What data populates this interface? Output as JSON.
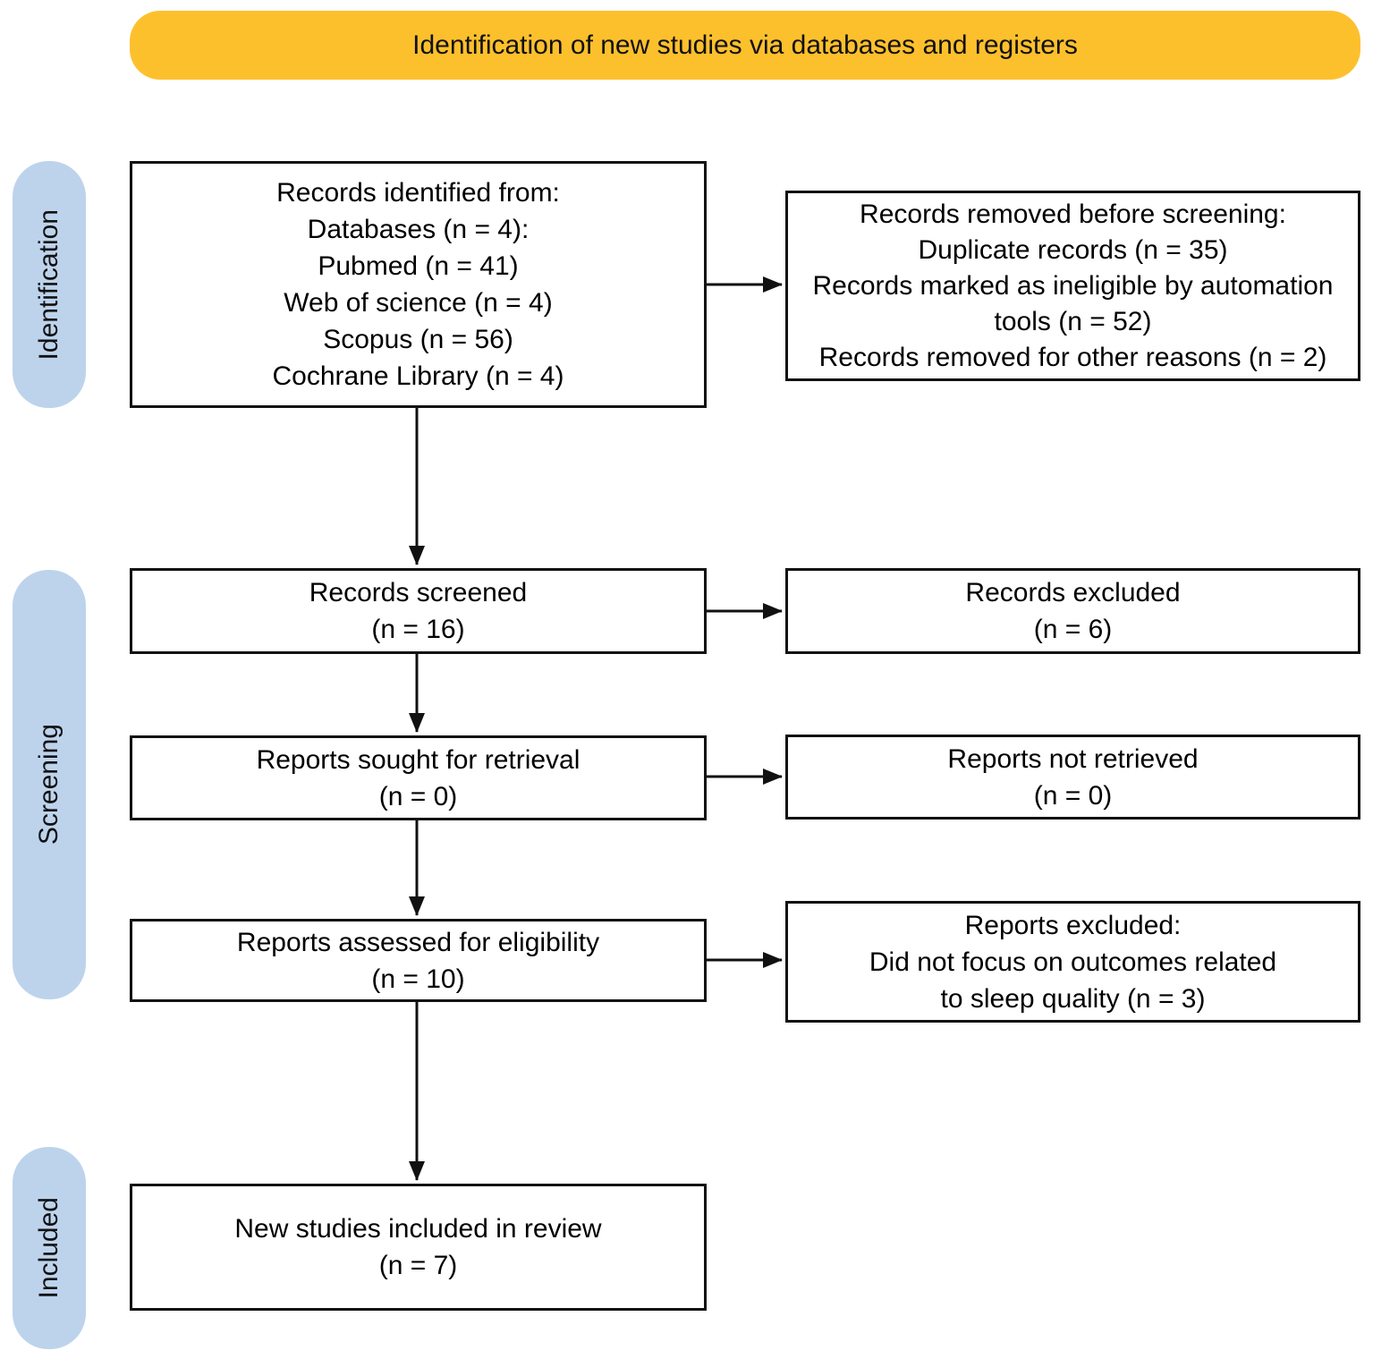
{
  "banner": {
    "title": "Identification of new studies via databases and registers"
  },
  "sidebar": {
    "labels": [
      {
        "id": "identification",
        "text": "Identification"
      },
      {
        "id": "screening",
        "text": "Screening"
      },
      {
        "id": "included",
        "text": "Included"
      }
    ]
  },
  "boxes": {
    "records_identified": {
      "lines": [
        "Records identified from:",
        "Databases (n = 4):",
        "Pubmed (n = 41)",
        "Web of science (n = 4)",
        "Scopus (n = 56)",
        "Cochrane Library (n = 4)"
      ]
    },
    "records_removed": {
      "lines": [
        "Records removed before screening:",
        "Duplicate records (n = 35)",
        "Records marked as ineligible by automation tools (n = 52)",
        "Records removed for other reasons (n = 2)"
      ]
    },
    "records_screened": {
      "lines": [
        "Records screened",
        "(n = 16)"
      ]
    },
    "records_excluded": {
      "lines": [
        "Records excluded",
        "(n = 6)"
      ]
    },
    "reports_sought": {
      "lines": [
        "Reports sought for retrieval",
        "(n = 0)"
      ]
    },
    "reports_not_retrieved": {
      "lines": [
        "Reports not retrieved",
        "(n = 0)"
      ]
    },
    "reports_assessed": {
      "lines": [
        "Reports assessed for eligibility",
        "(n = 10)"
      ]
    },
    "reports_excluded": {
      "lines": [
        "Reports excluded:",
        "Did not focus on outcomes related",
        "to sleep quality (n = 3)"
      ]
    },
    "new_studies_included": {
      "lines": [
        "New studies included in review",
        "(n = 7)"
      ]
    }
  },
  "colors": {
    "banner_bg": "#FDC02D",
    "sidebar_bg": "#BDD3EC",
    "box_border": "#111111",
    "text": "#000000"
  }
}
